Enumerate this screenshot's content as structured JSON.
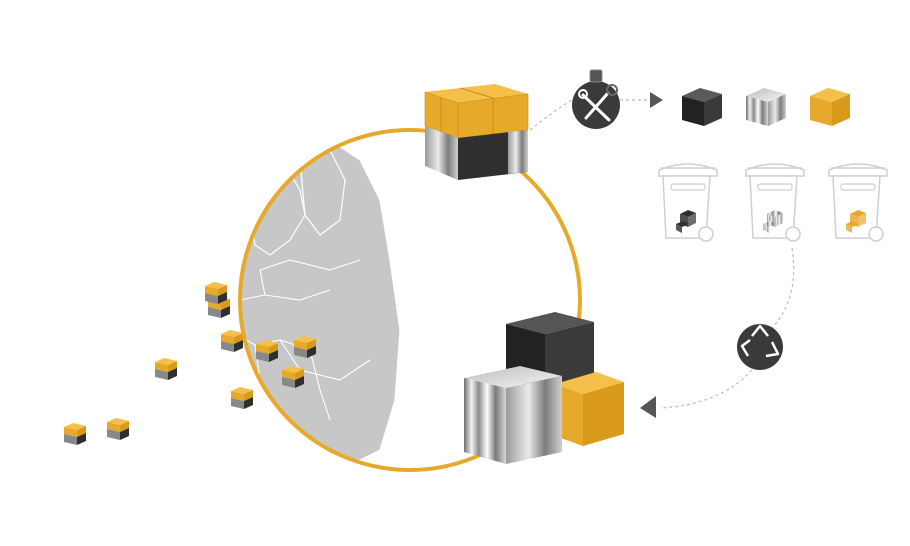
{
  "diagram": {
    "type": "circular-economy-illustration",
    "text": []
  },
  "colors": {
    "accent_orange": "#E7A92A",
    "map_grey": "#C7C7C7",
    "dark_cube": "#2f2f2f",
    "bin_outline": "#cfcfcf",
    "arrow_grey": "#555555"
  },
  "icons": {
    "service": "screw-and-wrench-icon",
    "recycle": "recycle-icon"
  },
  "materials": [
    {
      "name": "black-material",
      "icon": "dark-cube-icon"
    },
    {
      "name": "metal-material",
      "icon": "metal-cube-icon"
    },
    {
      "name": "yellow-material",
      "icon": "yellow-cube-icon"
    }
  ],
  "bins": [
    {
      "name": "bin-black",
      "content": "dark-pieces"
    },
    {
      "name": "bin-metal",
      "content": "metal-pieces"
    },
    {
      "name": "bin-yellow",
      "content": "yellow-pieces"
    }
  ],
  "europe_markers": 10
}
